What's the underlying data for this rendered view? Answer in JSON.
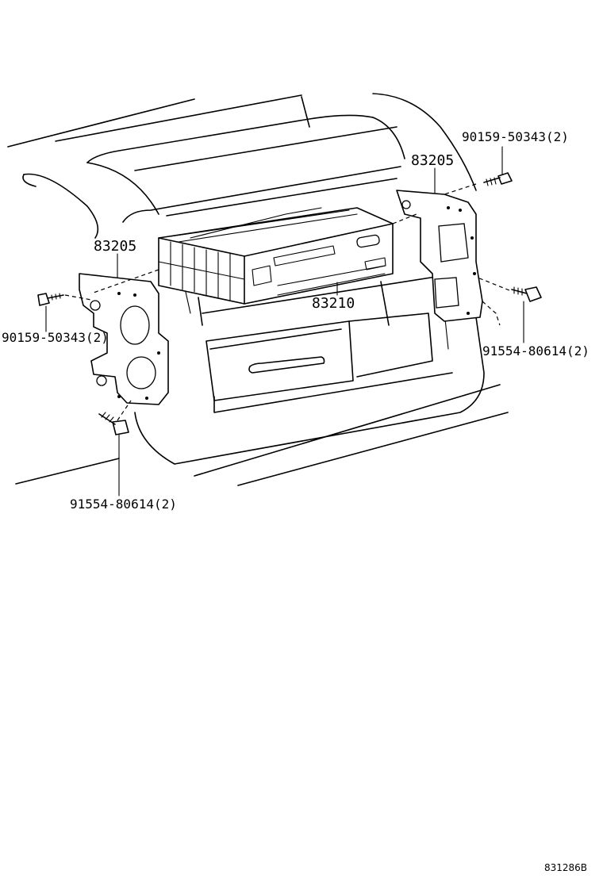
{
  "parts": {
    "bracket_right": "83205",
    "bracket_left": "83205",
    "screw_top_right": "90159-50343(2)",
    "screw_left": "90159-50343(2)",
    "bolt_right": "91554-80614(2)",
    "bolt_bottom_left": "91554-80614(2)",
    "radio_unit": "83210"
  },
  "reference_code": "831286B"
}
